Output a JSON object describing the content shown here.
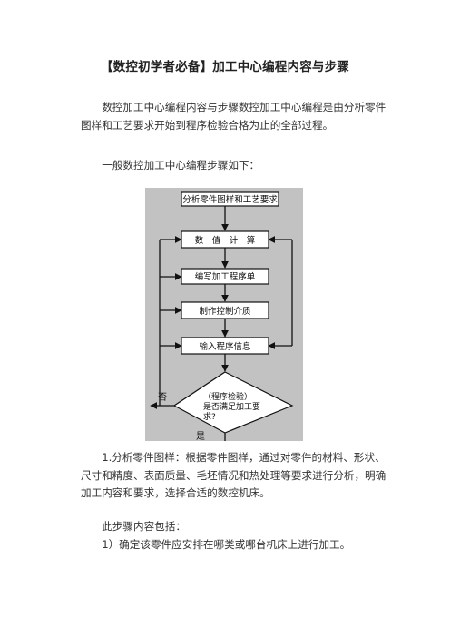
{
  "document": {
    "title": "【数控初学者必备】加工中心编程内容与步骤",
    "intro": "数控加工中心编程内容与步骤数控加工中心编程是由分析零件图样和工艺要求开始到程序检验合格为止的全部过程。",
    "lead": "一般数控加工中心编程步骤如下：",
    "step1": "1.分析零件图样：根据零件图样，通过对零件的材料、形状、尺寸和精度、表面质量、毛坯情况和热处理等要求进行分析，明确加工内容和要求，选择合适的数控机床。",
    "content_lead": "此步骤内容包括：",
    "item1": "1）确定该零件应安排在哪类或哪台机床上进行加工。"
  },
  "flowchart": {
    "box1": "分析零件图样和工艺要求",
    "box2": "数　值　计　算",
    "box3": "编写加工程序单",
    "box4": "制作控制介质",
    "box5": "输入程序信息",
    "decision_line1": "（程序检验）",
    "decision_line2": "是否满足加工要",
    "decision_line3": "求?",
    "no_label": "否",
    "yes_label": "是"
  }
}
